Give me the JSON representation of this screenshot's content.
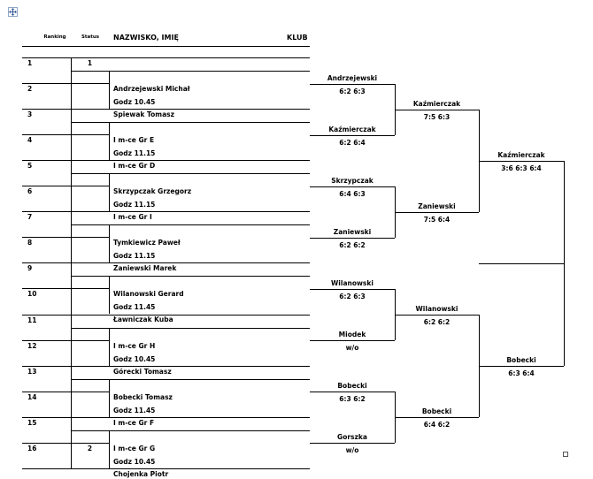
{
  "header": {
    "ranking": "Ranking",
    "status": "Status",
    "name": "NAZWISKO, IMIĘ",
    "club": "KLUB"
  },
  "rows": [
    {
      "rank": "1",
      "status": "1",
      "top": "",
      "bottom": "Andrzejewski Michał"
    },
    {
      "rank": "2",
      "status": "",
      "top": "Godz 10.45",
      "bottom": "Spiewak Tomasz"
    },
    {
      "rank": "3",
      "status": "",
      "top": "",
      "bottom": "I m-ce Gr E"
    },
    {
      "rank": "4",
      "status": "",
      "top": "Godz 11.15",
      "bottom": "I m-ce Gr D"
    },
    {
      "rank": "5",
      "status": "",
      "top": "",
      "bottom": "Skrzypczak Grzegorz"
    },
    {
      "rank": "6",
      "status": "",
      "top": "Godz 11.15",
      "bottom": "I m-ce Gr I"
    },
    {
      "rank": "7",
      "status": "",
      "top": "",
      "bottom": "Tymkiewicz  Paweł"
    },
    {
      "rank": "8",
      "status": "",
      "top": "Godz 11.15",
      "bottom": "Zaniewski Marek"
    },
    {
      "rank": "9",
      "status": "",
      "top": "",
      "bottom": "Wilanowski Gerard"
    },
    {
      "rank": "10",
      "status": "",
      "top": "Godz 11.45",
      "bottom": "Ławniczak Kuba"
    },
    {
      "rank": "11",
      "status": "",
      "top": "",
      "bottom": "I m-ce Gr H"
    },
    {
      "rank": "12",
      "status": "",
      "top": "Godz 10.45",
      "bottom": "Górecki Tomasz"
    },
    {
      "rank": "13",
      "status": "",
      "top": "",
      "bottom": "Bobecki Tomasz"
    },
    {
      "rank": "14",
      "status": "",
      "top": "Godz 11.45",
      "bottom": "I m-ce Gr F"
    },
    {
      "rank": "15",
      "status": "",
      "top": "",
      "bottom": "I m-ce Gr G"
    },
    {
      "rank": "16",
      "status": "2",
      "top": "Godz 10.45",
      "bottom": "Chojenka Piotr"
    }
  ],
  "round1": [
    {
      "winner": "Andrzejewski",
      "score": "6:2  6:3"
    },
    {
      "winner": "Kaźmierczak",
      "score": "6:2  6:4"
    },
    {
      "winner": "Skrzypczak",
      "score": "6:4  6:3"
    },
    {
      "winner": "Zaniewski",
      "score": "6:2  6:2"
    },
    {
      "winner": "Wilanowski",
      "score": "6:2  6:3"
    },
    {
      "winner": "Miodek",
      "score": "w/o"
    },
    {
      "winner": "Bobecki",
      "score": "6:3  6:2"
    },
    {
      "winner": "Gorszka",
      "score": "w/o"
    }
  ],
  "round2": [
    {
      "winner": "Kaźmierczak",
      "score": "7:5  6:3"
    },
    {
      "winner": "Zaniewski",
      "score": "7:5  6:4"
    },
    {
      "winner": "Wilanowski",
      "score": "6:2  6:2"
    },
    {
      "winner": "Bobecki",
      "score": "6:4  6:2"
    }
  ],
  "round3": [
    {
      "winner": "Kaźmierczak",
      "score": "3:6 6:3 6:4"
    },
    {
      "winner": "Bobecki",
      "score": "6:3  6:4"
    }
  ]
}
